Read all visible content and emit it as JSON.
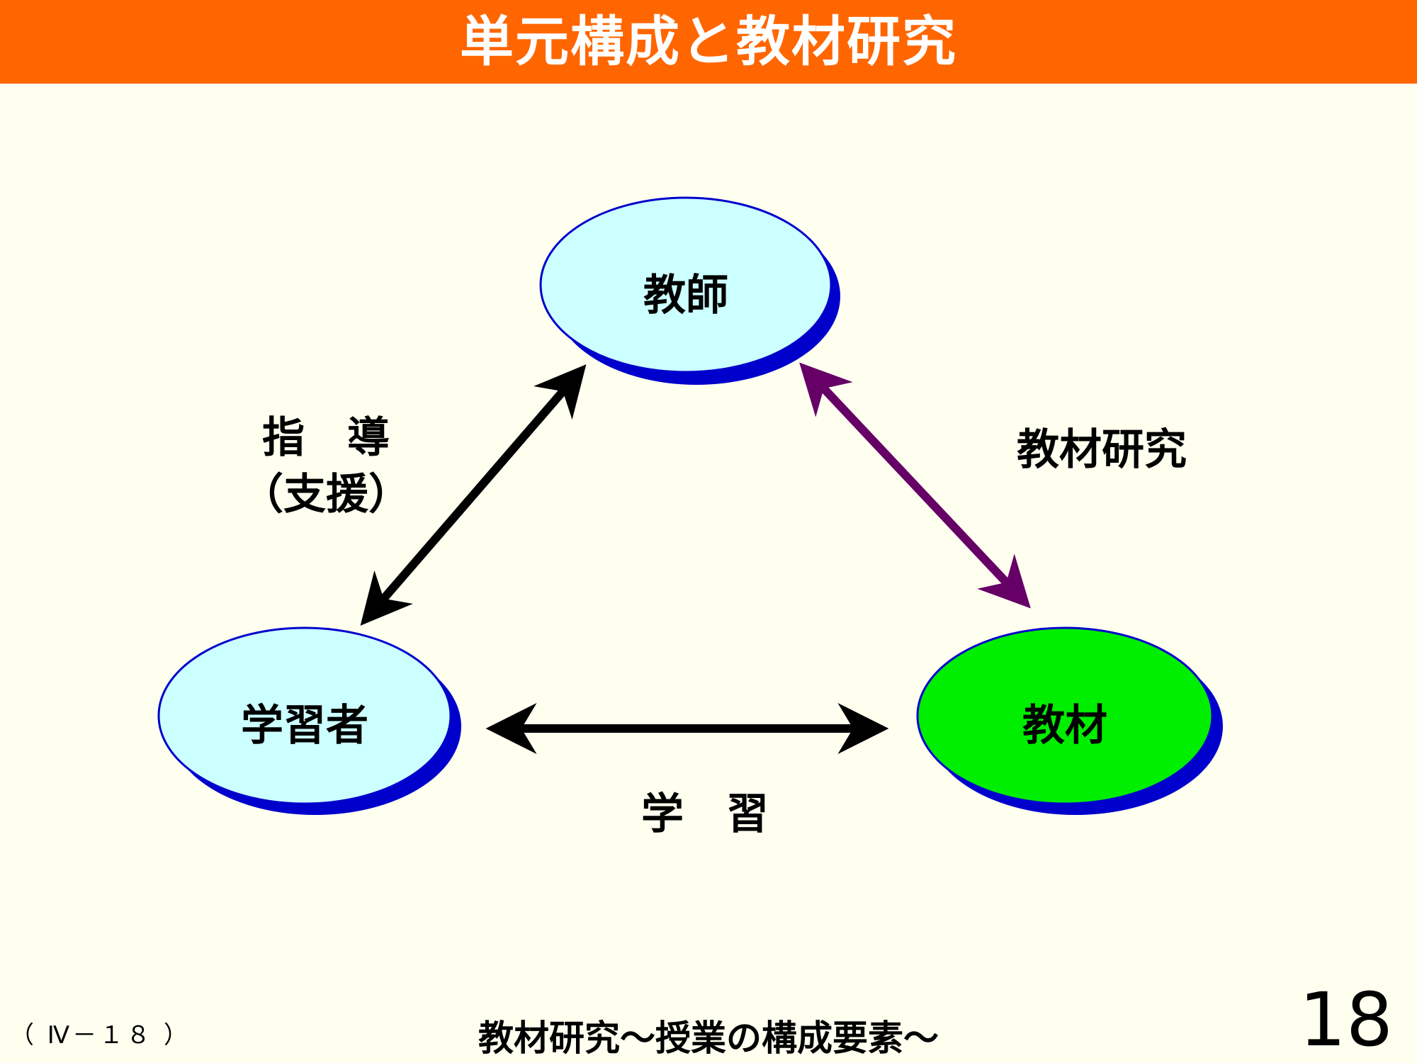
{
  "title": "単元構成と教材研究",
  "nodes": {
    "teacher": {
      "label": "教師",
      "fill": "#ccffff",
      "shadow": "#0000cc"
    },
    "learner": {
      "label": "学習者",
      "fill": "#ccffff",
      "shadow": "#0000cc"
    },
    "material": {
      "label": "教材",
      "fill": "#00ee00",
      "shadow": "#0000cc"
    }
  },
  "edges": {
    "guidance": {
      "label": "指　導\n（支援）",
      "color": "#000000"
    },
    "material_research": {
      "label": "教材研究",
      "color": "#660066"
    },
    "learning": {
      "label": "学　習",
      "color": "#000000"
    }
  },
  "footer": {
    "code": "（ Ⅳ－１８ ）",
    "subtitle": "教材研究～授業の構成要素～",
    "page_number": "18"
  },
  "colors": {
    "title_bar": "#ff6600",
    "background": "#fffff0"
  }
}
